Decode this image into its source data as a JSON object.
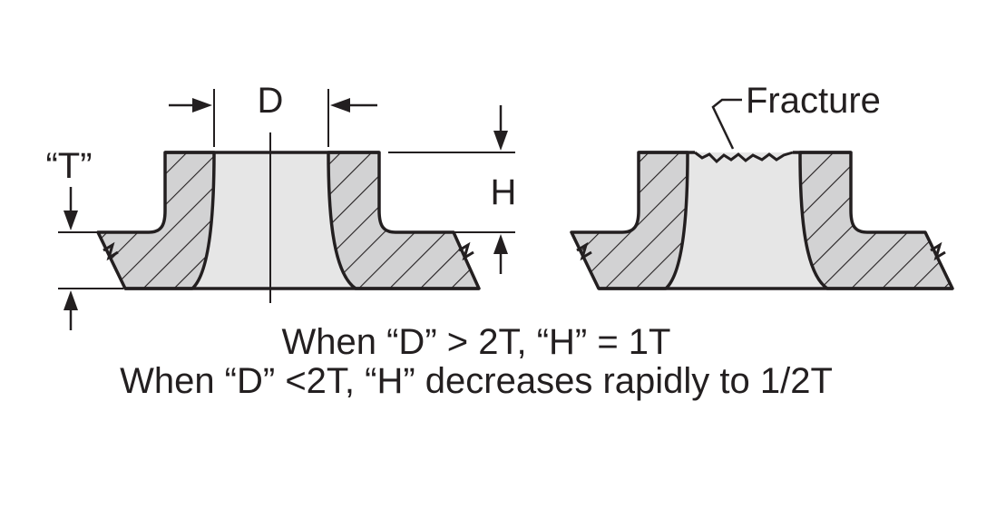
{
  "labels": {
    "d": "D",
    "t": "“T”",
    "h": "H",
    "fracture": "Fracture"
  },
  "caption": {
    "line1": "When “D” > 2T, “H” = 1T",
    "line2": "When “D” <2T, “H” decreases rapidly to 1/2T"
  },
  "colors": {
    "ink": "#231f20",
    "section_fill": "#d2d2d3",
    "hole_fill": "#e6e6e6"
  }
}
